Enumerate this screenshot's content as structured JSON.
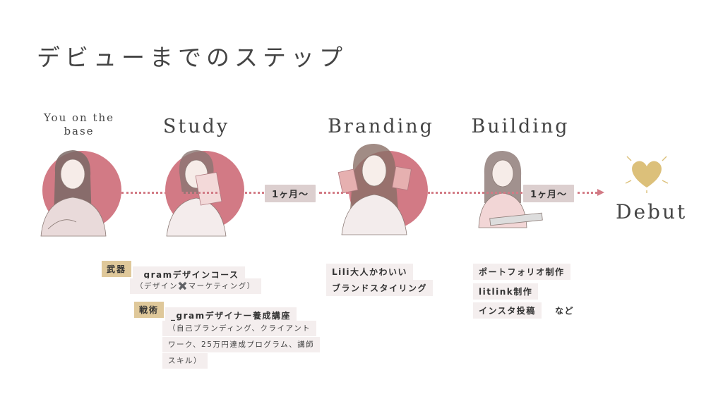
{
  "title": "デビューまでのステップ",
  "steps": [
    {
      "label": "You on the base"
    },
    {
      "label": "Study"
    },
    {
      "label": "Branding"
    },
    {
      "label": "Building"
    }
  ],
  "durations": [
    "1ヶ月〜",
    "1ヶ月〜"
  ],
  "goal": "Debut",
  "study": {
    "weapon_tag": "武器",
    "weapon_title": "_gramデザインコース",
    "weapon_sub": "（デザイン✖️マーケティング）",
    "strategy_tag": "戦術",
    "strategy_title": "_gramデザイナー養成講座",
    "strategy_sub": [
      "（自己ブランディング、クライアント",
      "ワーク、25万円達成プログラム、講師",
      "スキル）"
    ]
  },
  "branding": {
    "lines": [
      "Lili大人かわいい",
      "ブランドスタイリング"
    ]
  },
  "building": {
    "items": [
      "ポートフォリオ制作",
      "litlink制作",
      "インスタ投稿"
    ],
    "suffix": "など"
  },
  "colors": {
    "accent_pink": "#d27a85",
    "tag_gold": "#dfc89a",
    "heart_gold": "#dcc07a",
    "duration_bg": "#dccfcf"
  }
}
